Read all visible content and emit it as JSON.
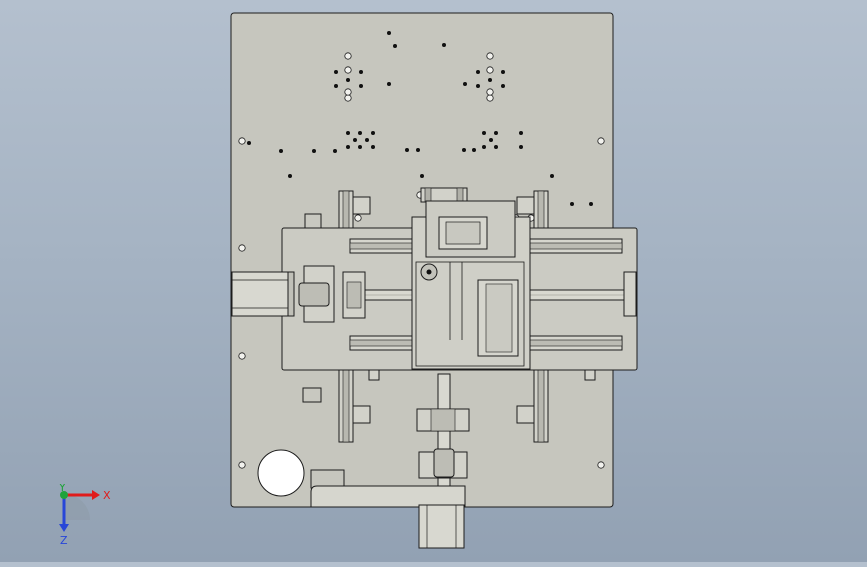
{
  "viewport": {
    "background_top": "#b4c0ce",
    "background_bottom": "#92a1b3",
    "part_fill": "#c6c6be",
    "edge_color": "#1c1c1c",
    "hole_fill": "#101010"
  },
  "model": {
    "view": "front",
    "components": [
      "base-plate",
      "x-axis-slide-plate",
      "x-axis-ball-screw",
      "x-axis-stepper-motor",
      "y-axis-ball-screw",
      "y-axis-stepper-motor",
      "carriage-block",
      "linear-rails",
      "cable-port"
    ]
  },
  "triad": {
    "x_label": "X",
    "y_label": "Y",
    "z_label": "Z",
    "x_color": "#e01b1b",
    "y_color": "#1fa33a",
    "z_color": "#2846d8"
  }
}
